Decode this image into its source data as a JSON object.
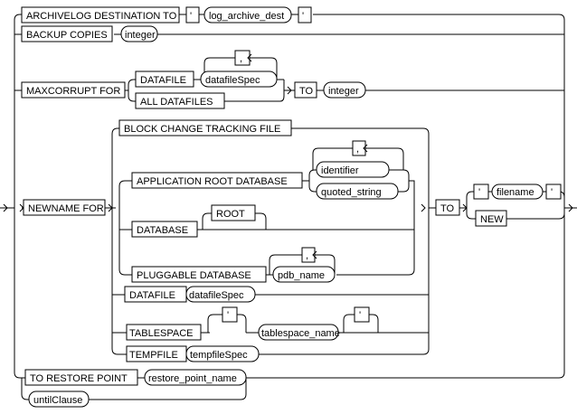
{
  "tokens": {
    "archivelog_destination_to": "ARCHIVELOG DESTINATION TO",
    "quote": "'",
    "log_archive_dest": "log_archive_dest",
    "backup_copies": "BACKUP COPIES",
    "integer": "integer",
    "maxcorrupt_for": "MAXCORRUPT FOR",
    "datafile": "DATAFILE",
    "comma": ",",
    "datafilespec": "datafileSpec",
    "all_datafiles": "ALL DATAFILES",
    "to": "TO",
    "newname_for": "NEWNAME FOR",
    "block_change_tracking_file": "BLOCK CHANGE TRACKING FILE",
    "application_root_database": "APPLICATION ROOT DATABASE",
    "identifier": "identifier",
    "quoted_string": "quoted_string",
    "database": "DATABASE",
    "root": "ROOT",
    "pluggable_database": "PLUGGABLE DATABASE",
    "pdb_name": "pdb_name",
    "tablespace": "TABLESPACE",
    "tablespace_name": "tablespace_name",
    "tempfile": "TEMPFILE",
    "tempfilespec": "tempfileSpec",
    "filename": "filename",
    "new": "NEW",
    "to_restore_point": "TO RESTORE POINT",
    "restore_point_name": "restore_point_name",
    "untilclause": "untilClause"
  }
}
